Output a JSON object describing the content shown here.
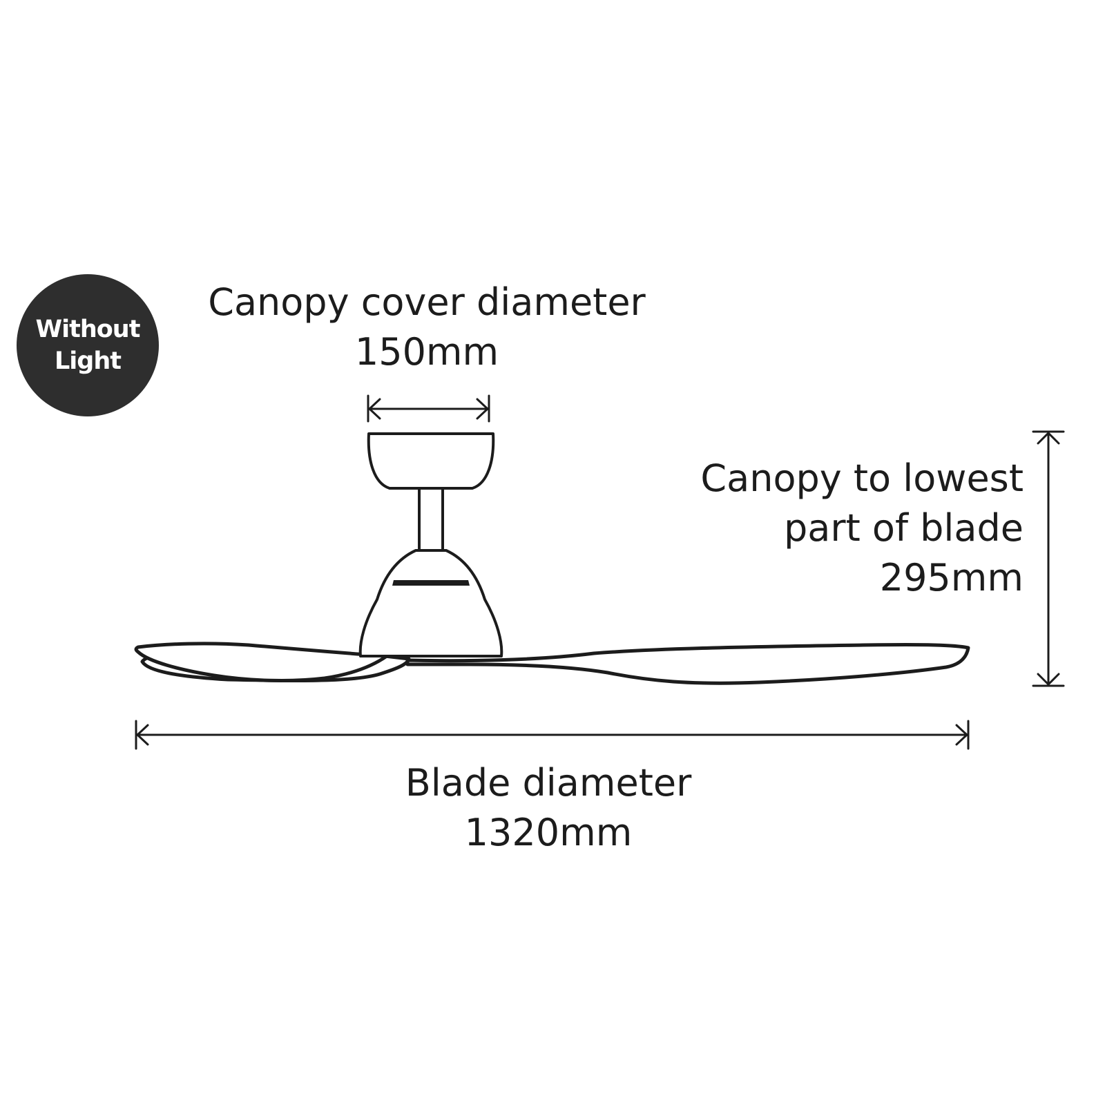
{
  "badge": {
    "line1": "Without",
    "line2": "Light",
    "background": "#2e2e2e",
    "text_color": "#ffffff"
  },
  "canopy_cover": {
    "title": "Canopy cover diameter",
    "value": "150mm"
  },
  "canopy_to_blade": {
    "line1": "Canopy to lowest",
    "line2": "part of blade",
    "value": "295mm"
  },
  "blade_diameter": {
    "title": "Blade diameter",
    "value": "1320mm"
  },
  "colors": {
    "line": "#1c1c1c",
    "fill": "#ffffff",
    "text": "#1c1c1c"
  }
}
